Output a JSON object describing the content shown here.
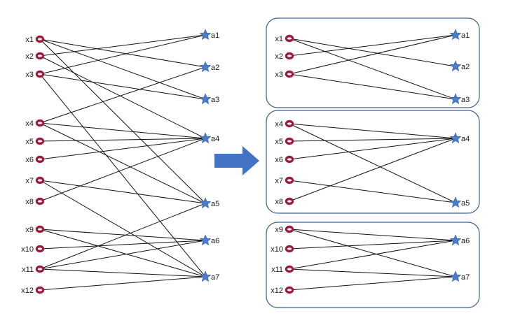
{
  "colors": {
    "ring_outer": "#9b1c3c",
    "ring_inner": "#ffffff",
    "star": "#4a7cc7",
    "star_outline": "#3a66a8",
    "arrow": "#4472c4",
    "box": "#3f5f8f",
    "edge": "#111111"
  },
  "left_graph": {
    "x_nodes": [
      "x1",
      "x2",
      "x3",
      "x4",
      "x5",
      "x6",
      "x7",
      "x8",
      "x9",
      "x10",
      "x11",
      "x12"
    ],
    "a_nodes": [
      "a1",
      "a2",
      "a3",
      "a4",
      "a5",
      "a6",
      "a7"
    ],
    "edges": [
      [
        "x1",
        "a2"
      ],
      [
        "x1",
        "a3"
      ],
      [
        "x1",
        "a5"
      ],
      [
        "x2",
        "a1"
      ],
      [
        "x2",
        "a4"
      ],
      [
        "x3",
        "a1"
      ],
      [
        "x3",
        "a3"
      ],
      [
        "x3",
        "a7"
      ],
      [
        "x4",
        "a2"
      ],
      [
        "x4",
        "a4"
      ],
      [
        "x4",
        "a5"
      ],
      [
        "x5",
        "a4"
      ],
      [
        "x6",
        "a4"
      ],
      [
        "x7",
        "a5"
      ],
      [
        "x7",
        "a7"
      ],
      [
        "x8",
        "a4"
      ],
      [
        "x9",
        "a6"
      ],
      [
        "x9",
        "a7"
      ],
      [
        "x10",
        "a6"
      ],
      [
        "x11",
        "a5"
      ],
      [
        "x11",
        "a6"
      ],
      [
        "x11",
        "a7"
      ],
      [
        "x12",
        "a7"
      ]
    ]
  },
  "arrow_icon": "right-arrow-icon",
  "groups": [
    {
      "x_nodes": [
        "x1",
        "x2",
        "x3"
      ],
      "a_nodes": [
        "a1",
        "a2",
        "a3"
      ],
      "edges": [
        [
          "x1",
          "a2"
        ],
        [
          "x1",
          "a3"
        ],
        [
          "x2",
          "a1"
        ],
        [
          "x3",
          "a1"
        ],
        [
          "x3",
          "a3"
        ]
      ]
    },
    {
      "x_nodes": [
        "x4",
        "x5",
        "x6",
        "x7",
        "x8"
      ],
      "a_nodes": [
        "a4",
        "a5"
      ],
      "edges": [
        [
          "x4",
          "a4"
        ],
        [
          "x4",
          "a5"
        ],
        [
          "x5",
          "a4"
        ],
        [
          "x6",
          "a4"
        ],
        [
          "x7",
          "a5"
        ],
        [
          "x8",
          "a4"
        ]
      ]
    },
    {
      "x_nodes": [
        "x9",
        "x10",
        "x11",
        "x12"
      ],
      "a_nodes": [
        "a6",
        "a7"
      ],
      "edges": [
        [
          "x9",
          "a6"
        ],
        [
          "x9",
          "a7"
        ],
        [
          "x10",
          "a6"
        ],
        [
          "x11",
          "a6"
        ],
        [
          "x11",
          "a7"
        ],
        [
          "x12",
          "a7"
        ]
      ]
    }
  ]
}
